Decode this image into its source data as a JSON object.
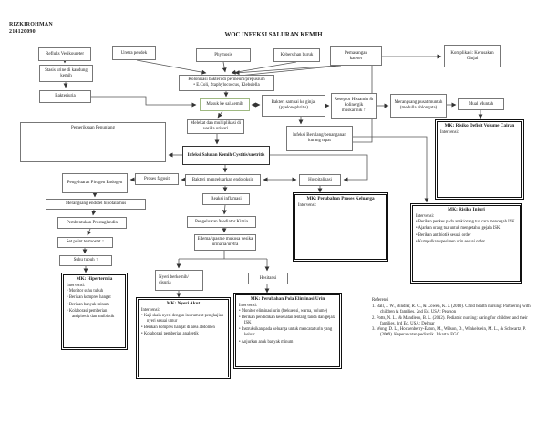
{
  "header": {
    "author": "RIZKIROHMAN",
    "nim": "214120090",
    "title": "WOC INFEKSI SALURAN KEMIH"
  },
  "colors": {
    "masuk_box_green": "#9fb982",
    "line_color": "#555555"
  },
  "nodes": {
    "refluks": "Refluks Vesikoureter",
    "uretra": "Uretra pendek",
    "phymosis": "Phymosis",
    "kebersihan": "Kebersihan buruk",
    "kateter": "Pemasangan kateter",
    "komplikasi": "Komplikasi: Kerusakan Ginjal",
    "stasis": "Stasis urine di kandung kemih",
    "kolonisasi1": "Kolonisasi bakteri di perineum/prepusium",
    "kolonisasi2": "•   E.Coli, Staphylococcus, Klebsiella",
    "bakteriuria": "Bakteriuria",
    "masuk": "Masuk ke sal.kemih",
    "ginjal": "Bakteri sampai ke ginjal (pyelonephritis)",
    "reseptor": "Reseptor Histamin & kolinergik muskarinik ↑",
    "muntah": "Merangsang pusat muntah (medulla oblongata)",
    "mual": "Mual Muntah",
    "melekat": "Melekat dan multiplikasi di vesika urinari",
    "berulang": "Infeksi Berulang/penanganan kurang tepat",
    "pemeriksaan": "Pemeriksaan Penunjang",
    "isk": "Infeksi Saluran Kemih Cystitis/uretritis",
    "fagosit": "Proses fagosit",
    "endotoksin": "Bakteri mengeluarkan endotoksin",
    "hospitalisasi": "Hospitalisasi",
    "pirogen": "Pengeluaran Pirogen Endogen",
    "inflamasi": "Reaksi inflamasi",
    "endotel": "Merangsang endotel hipotalamus",
    "prostaglandin": "Pembentukan Prostaglandin",
    "mediator": "Pengeluaran Mediator Kimia",
    "setpoint": "Set point termostat ↑",
    "edema": "Edema/spasme mukosa vesika urinaria/uretra",
    "suhu": "Suhu tubuh ↑",
    "nyeri": "Nyeri berkemih/ disuria",
    "hesitansi": "Hesitansi"
  },
  "mk": {
    "defisit": {
      "title": "MK: Risiko Defisit Volume Cairan",
      "intervensi": "Intervensi:",
      "items": []
    },
    "injuri": {
      "title": "MK: Risiko Injuri",
      "intervensi": "Intervensi:",
      "items": [
        "Berikan penkes pada anak/orang tua cara mencegah ISK",
        "Ajarkan orang tua untuk mengetahui gejala ISK",
        "Berikan antibiotik sesuai order",
        "Kumpulkan spesimen urin sesuai order"
      ]
    },
    "keluarga": {
      "title": "MK: Perubahan Proses Keluarga",
      "intervensi": "Intervensi:",
      "items": []
    },
    "hipertermia": {
      "title": "MK: Hipertermia",
      "intervensi": "Intervensi:",
      "items": [
        "Monitor suhu tubuh",
        "Berikan kompres hangat",
        "Berikan banyak minum",
        "Kolaborasi pemberian antipiretik dan antibiotik"
      ]
    },
    "nyeri_akut": {
      "title": "MK: Nyeri Akut",
      "intervensi": "Intervensi:",
      "items": [
        "Kaji skala nyeri dengan instrument pengkajian nyeri sesuai umur",
        "Berikan kompres hangat di area abdomen",
        "Kolaborasi pemberian analgetik"
      ]
    },
    "eliminasi": {
      "title": "MK: Perubahan Pola Eliminasi Urin",
      "intervensi": "Intervensi:",
      "items": [
        "Monitor eliminasi urin (frekuensi, warna, volume)",
        "Berikan pendidikan kesehatan tentang tanda dan gejala ISK",
        "Instruksikan pada keluarga untuk mencatat urin yang keluar",
        "Anjurkan anak banyak minum"
      ]
    }
  },
  "referensi": {
    "label": "Referensi",
    "items": [
      "Ball, J. W., Bindler, R. C., & Cowen, K. J. (2010). Child health nursing: Partnering with children & families. 2nd Ed. USA: Pearson",
      "Potts, N. L., & Mandleco, B. L. (2012). Pediatric nursing: caring for children and their families. 3rd Ed. USA: Delmar",
      "Wong, D. L., Hockenberry-Eaton, M., Wilson, D., Winkelstein, M. L., & Schwartz, P. (2009). Keperawatan pediatrik. Jakarta: EGC"
    ]
  }
}
